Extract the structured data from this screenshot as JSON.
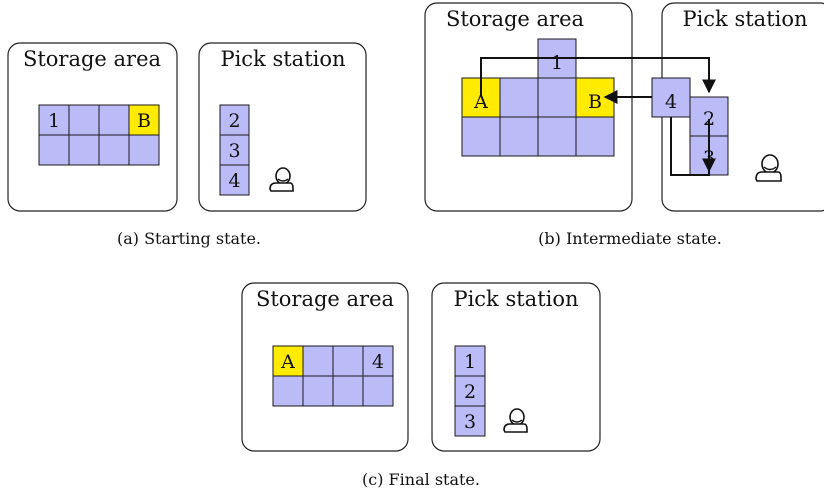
{
  "colors": {
    "cell": "#bbbbf7",
    "highlight": "#ffeb00",
    "stroke": "#1a1a1a"
  },
  "icons": {
    "operator": "operator-icon"
  },
  "panel_a": {
    "storage_title": "Storage area",
    "pick_title": "Pick station",
    "labels": {
      "one": "1",
      "b": "B",
      "two": "2",
      "three": "3",
      "four": "4"
    },
    "caption": "(a) Starting state."
  },
  "panel_b": {
    "storage_title": "Storage area",
    "pick_title": "Pick station",
    "labels": {
      "one": "1",
      "a": "A",
      "b": "B",
      "four": "4",
      "two": "2",
      "three": "3"
    },
    "caption": "(b) Intermediate state."
  },
  "panel_c": {
    "storage_title": "Storage area",
    "pick_title": "Pick station",
    "labels": {
      "a": "A",
      "four": "4",
      "one": "1",
      "two": "2",
      "three": "3"
    },
    "caption": "(c) Final state."
  }
}
